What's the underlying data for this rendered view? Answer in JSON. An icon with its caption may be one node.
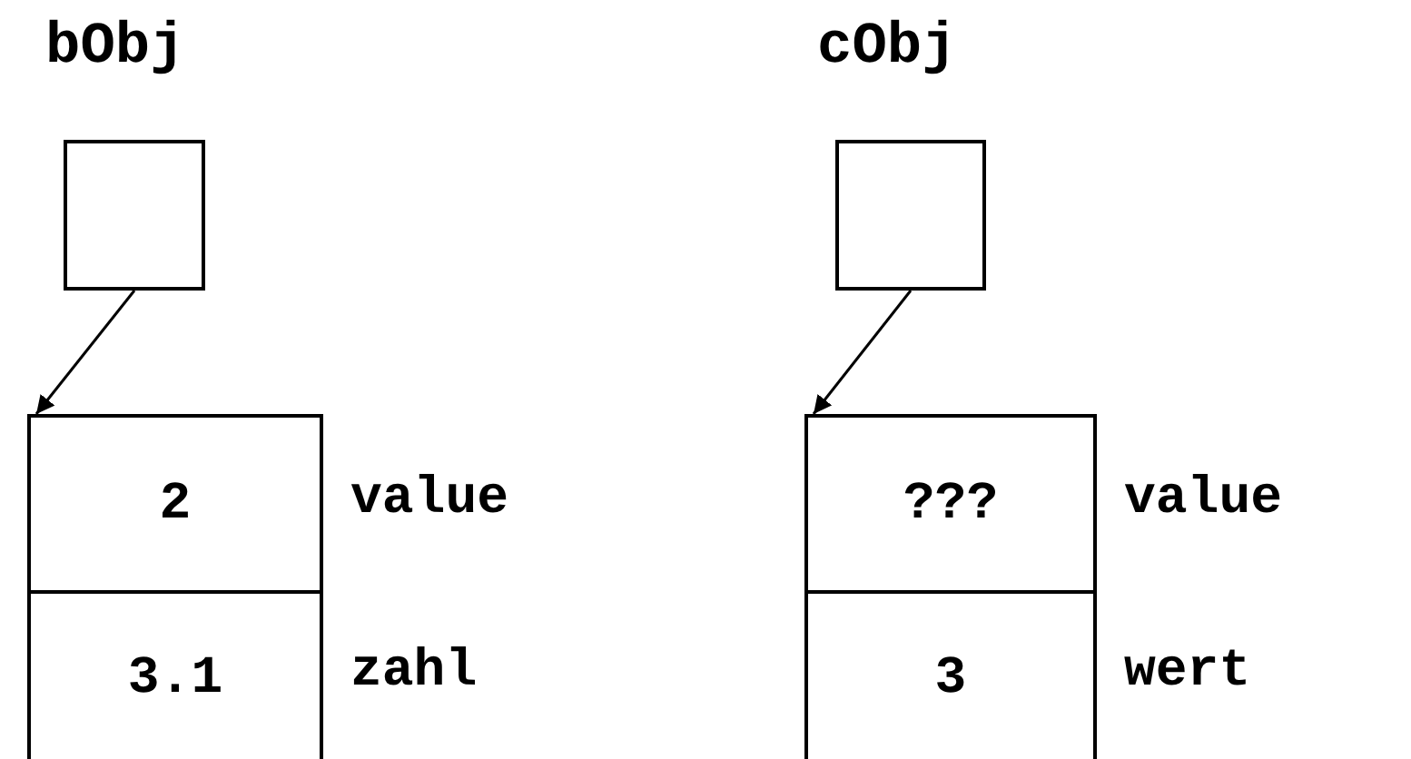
{
  "diagram": {
    "nodes": [
      {
        "text": [
          "bObj"
        ]
      },
      {
        "text": [],
        "shape": "box"
      },
      {
        "text": [
          "2"
        ],
        "in": 1
      },
      {
        "text": [
          "3.1"
        ],
        "in": 1
      },
      {
        "text": [
          "cObj"
        ]
      },
      {
        "text": [],
        "shape": "box"
      },
      {
        "text": [
          "???"
        ],
        "in": 5
      },
      {
        "text": [
          "3"
        ],
        "in": 5
      }
    ],
    "edges": [
      {
        "from": 0,
        "to": 1,
        "arrow": "to"
      },
      {
        "from": 4,
        "to": 5,
        "arrow": "to"
      }
    ],
    "labels": [
      "value",
      "value",
      "zahl",
      "wert"
    ]
  }
}
